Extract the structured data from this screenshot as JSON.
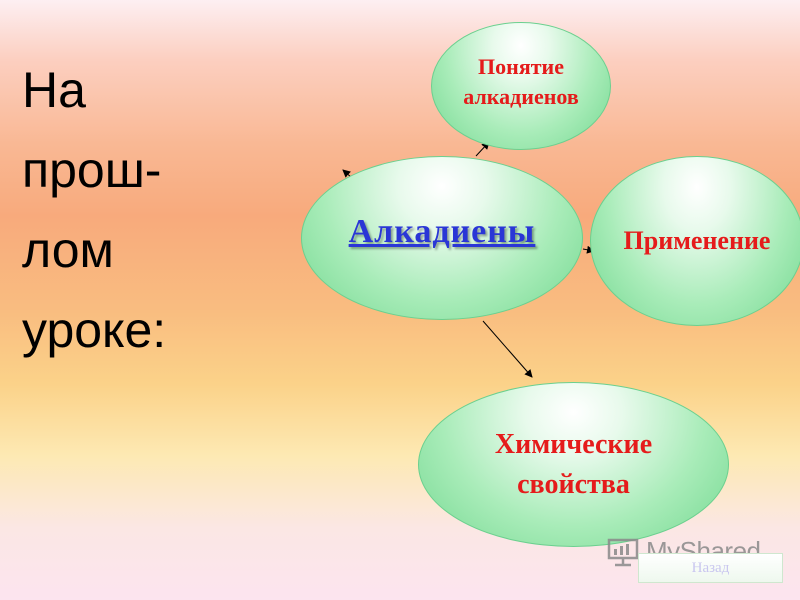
{
  "heading": {
    "line1": "На",
    "line2": "прош-",
    "line3": "лом",
    "line4": "уроке:"
  },
  "nodes": {
    "center": "Алкадиены",
    "top": "Понятие\nалкадиенов",
    "right": "Применение",
    "bottom": "Химические\nсвойства"
  },
  "watermark": "MyShared",
  "back_button": "Назад",
  "colors": {
    "center_text": "#2a36d6",
    "node_text": "#e51b1b",
    "bubble_fill": "#a9ecb9",
    "bubble_border": "#6bd08f"
  }
}
